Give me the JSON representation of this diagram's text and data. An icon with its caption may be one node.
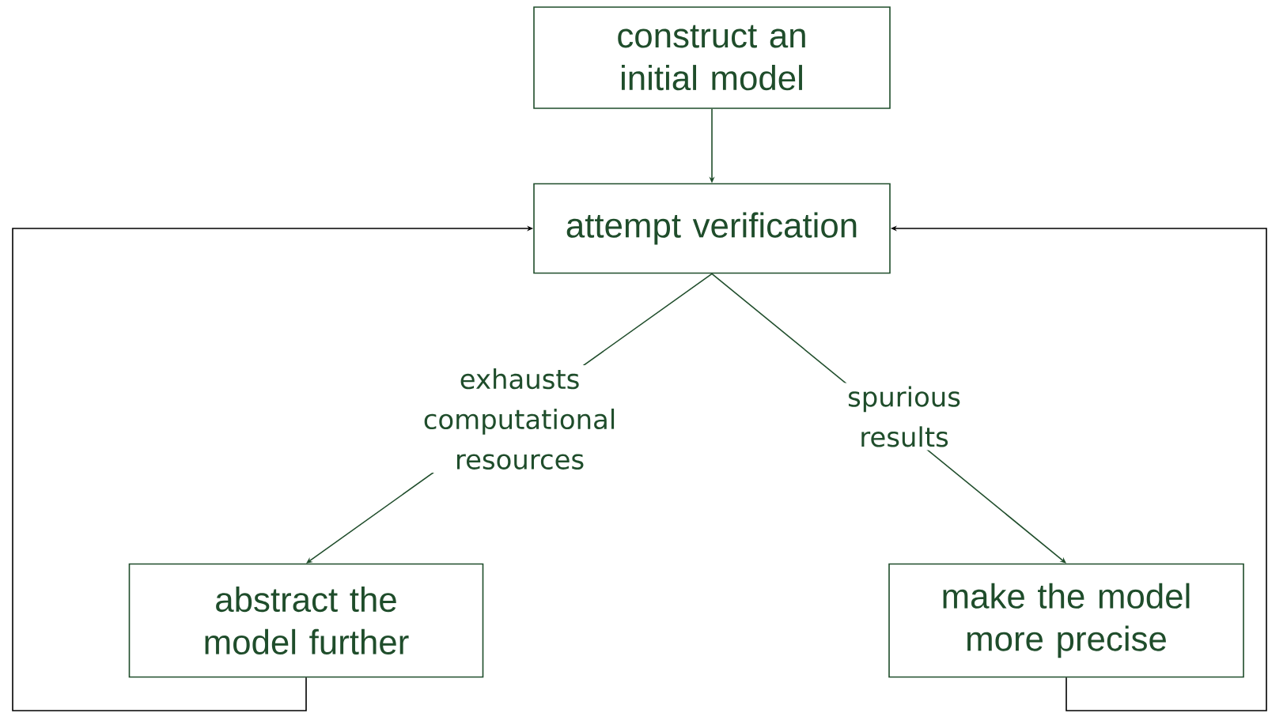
{
  "diagram": {
    "nodes": [
      {
        "text": [
          "construct an initial model"
        ]
      },
      {
        "text": [
          "attempt verification"
        ]
      },
      {
        "text": [
          "abstract the model further"
        ]
      },
      {
        "text": [
          "make the model more precise"
        ]
      }
    ],
    "edges": [
      {
        "from": 0,
        "to": 1,
        "arrow": "to"
      },
      {
        "from": 1,
        "to": 2,
        "arrow": "to",
        "label": "exhausts computational resources"
      },
      {
        "from": 1,
        "to": 3,
        "arrow": "to",
        "label": "spurious results"
      },
      {
        "from": 2,
        "to": 1,
        "arrow": "to",
        "color": "#000000"
      },
      {
        "from": 3,
        "to": 1,
        "arrow": "to",
        "color": "#000000"
      }
    ]
  }
}
